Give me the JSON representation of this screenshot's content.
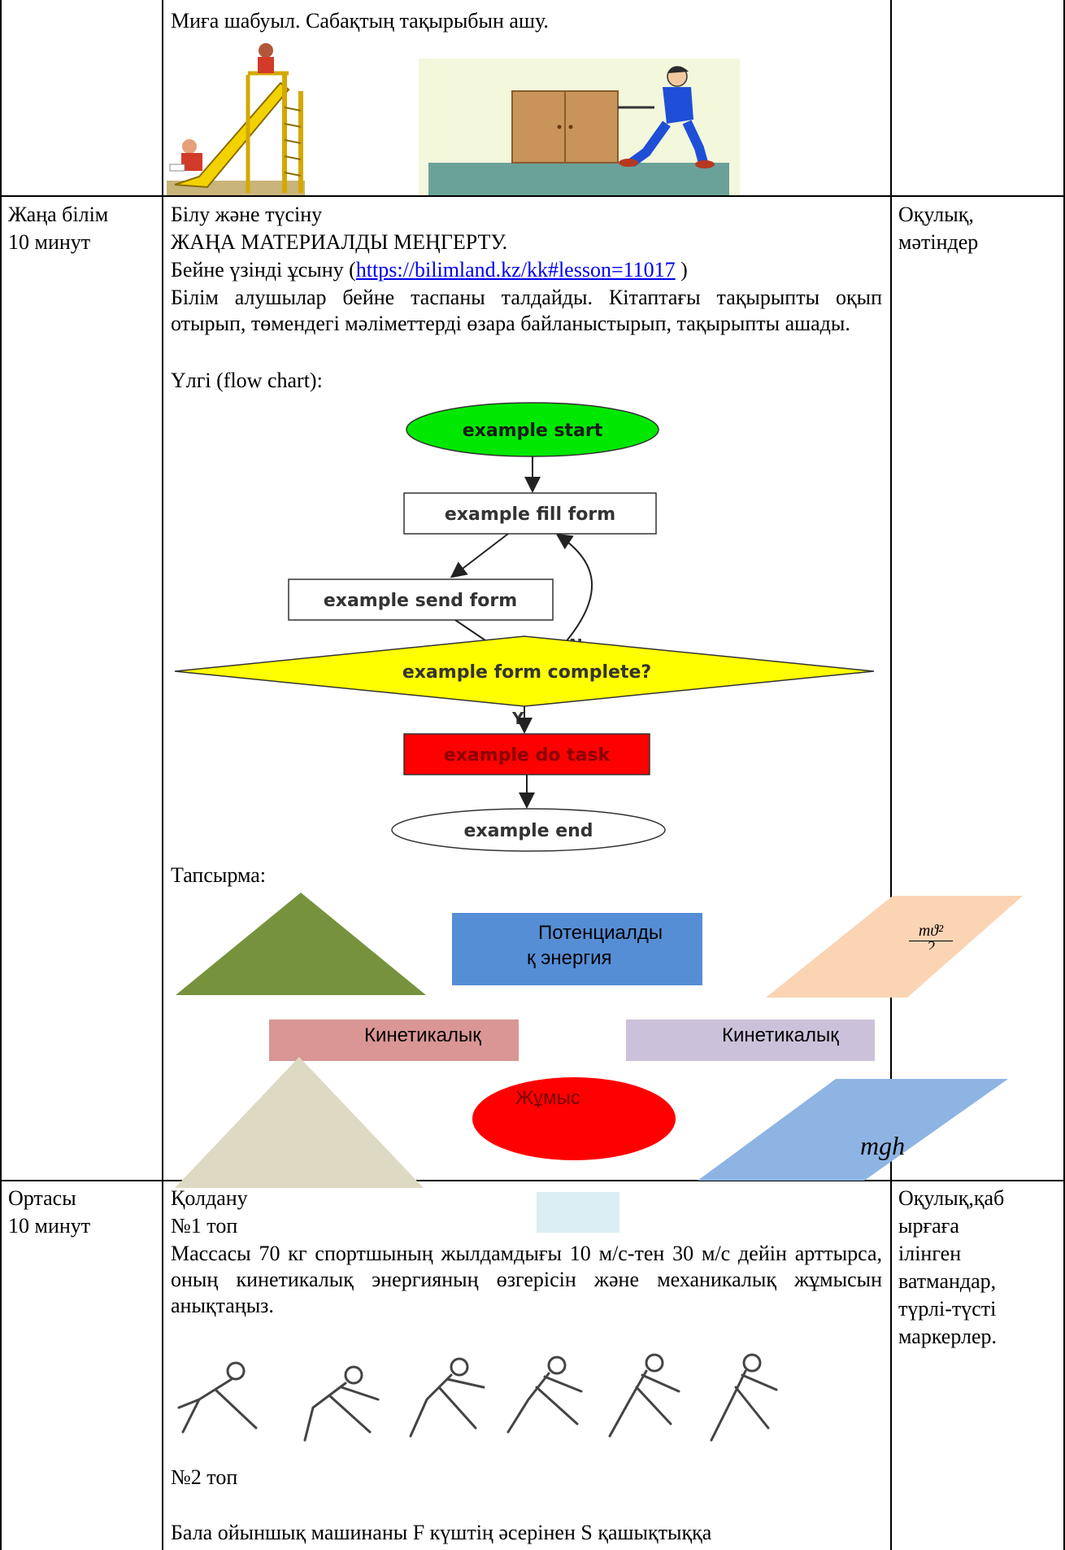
{
  "row_top": {
    "content_title": "Миға шабуыл. Сабақтың тақырыбын ашу."
  },
  "row_new": {
    "stage": "Жаңа білім",
    "duration": "10 минут",
    "resource_line1": "Оқулық,",
    "resource_line2": "мәтіндер",
    "heading1": "Білу және түсіну",
    "heading2": "ЖАҢА МАТЕРИАЛДЫ МЕҢГЕРТУ.",
    "video_prefix": "Бейне үзінді ұсыну (",
    "video_link": "https://bilimland.kz/kk#lesson=11017",
    "video_suffix": " )",
    "para": "Білім алушылар бейне таспаны талдайды. Кітаптағы тақырыпты оқып отырып, төмендегі мәліметтерді өзара байланыстырып, тақырыпты ашады.",
    "sample_label": "Үлгі (flow chart):",
    "flow": {
      "start": "example start",
      "fill": "example fill form",
      "send": "example send form",
      "decision": "example form complete?",
      "no": "N",
      "yes": "Y",
      "task": "example do task",
      "end": "example end"
    },
    "task_label": "Тапсырма:",
    "shapes": {
      "potential_line1": "Потенциалды",
      "potential_line2": "қ энергия",
      "kinetic_a": "Кинетикалық",
      "kinetic_b": "Кинетикалық",
      "work": "Жұмыс",
      "formula_mgh": "mgh",
      "formula_num": "mϑ²",
      "formula_den": "2"
    },
    "colors": {
      "triangle1": "#76923c",
      "triangle2": "#ddd9c3",
      "blue_rect": "#558ed5",
      "pink_rect": "#d99694",
      "lilac_rect": "#ccc1da",
      "ellipse": "#ff0000",
      "peach": "#fbd4b4",
      "light_blue": "#8eb4e3",
      "flow_start": "#00e800",
      "flow_decision": "#ffff00",
      "flow_task": "#ff0000"
    }
  },
  "row_mid": {
    "stage": "Ортасы",
    "duration": "10 минут",
    "resources": [
      "Оқулық,қаб",
      "ырғаға",
      "ілінген",
      "ватмандар,",
      "түрлі-түсті",
      "маркерлер."
    ],
    "heading": "Қолдану",
    "group1": "№1 топ",
    "para1": "Массасы 70 кг спортшының жылдамдығы 10 м/с-тен 30 м/с дейін арттырса, оның кинетикалық энергияның өзгерісін және механикалық жұмысын анықтаңыз.",
    "group2": "№2 топ",
    "para2": "Бала ойыншық машинаны F күштің әсерінен S қашықтыққа"
  }
}
